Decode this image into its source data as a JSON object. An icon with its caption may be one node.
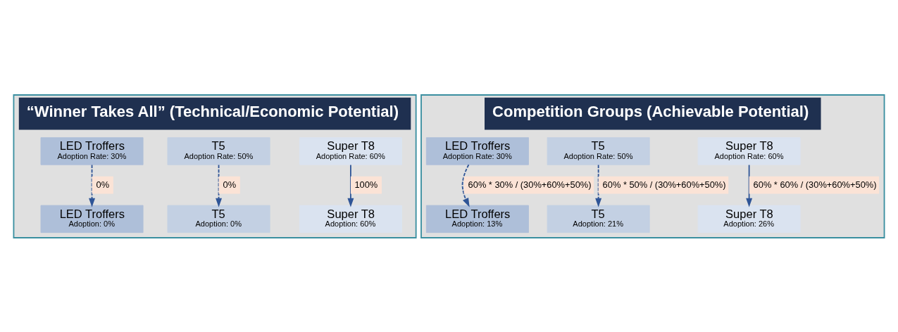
{
  "diagram": {
    "nodes": [
      {
        "text": [
          "“Winner Takes All” (Technical/Economic Potential)"
        ]
      },
      {
        "text": [
          "Super T8",
          "Adoption Rate: 60%"
        ],
        "in": 0
      },
      {
        "text": [
          "T5",
          "Adoption Rate: 50%"
        ],
        "in": 0
      },
      {
        "text": [
          "LED Troffers",
          "Adoption Rate: 30%"
        ],
        "in": 0
      },
      {
        "text": [
          "Super T8",
          "Adoption: 60%"
        ],
        "in": 0
      },
      {
        "text": [
          "T5",
          "Adoption: 0%"
        ],
        "in": 0
      },
      {
        "text": [
          "LED Troffers",
          "Adoption: 0%"
        ],
        "in": 0
      },
      {
        "text": [
          "Competition Groups (Achievable Potential)"
        ]
      },
      {
        "text": [
          "Super T8",
          "Adoption Rate: 60%"
        ],
        "in": 7
      },
      {
        "text": [
          "T5",
          "Adoption Rate: 50%"
        ],
        "in": 7
      },
      {
        "text": [
          "LED Troffers",
          "Adoption Rate: 30%"
        ],
        "in": 7
      },
      {
        "text": [
          "Super T8",
          "Adoption: 26%"
        ],
        "in": 7
      },
      {
        "text": [
          "T5",
          "Adoption: 21%"
        ],
        "in": 7
      },
      {
        "text": [
          "LED Troffers",
          "Adoption: 13%"
        ],
        "in": 7
      }
    ],
    "edges": [
      {
        "from": 1,
        "to": 4,
        "arrow": "to",
        "label": "100%"
      },
      {
        "from": 2,
        "to": 5,
        "arrow": "to",
        "label": "0%",
        "style": "dashed"
      },
      {
        "from": 3,
        "to": 6,
        "arrow": "to",
        "label": "0%",
        "style": "dashed"
      },
      {
        "from": 8,
        "to": 11,
        "arrow": "to",
        "label": "60% * 60% / (30%+60%+50%)"
      },
      {
        "from": 9,
        "to": 12,
        "arrow": "to",
        "label": "60% * 50% / (30%+60%+50%)",
        "style": "dashed"
      },
      {
        "from": 10,
        "to": 13,
        "arrow": "to",
        "label": "60% * 30% / (30%+60%+50%)",
        "style": "dashed"
      }
    ]
  }
}
